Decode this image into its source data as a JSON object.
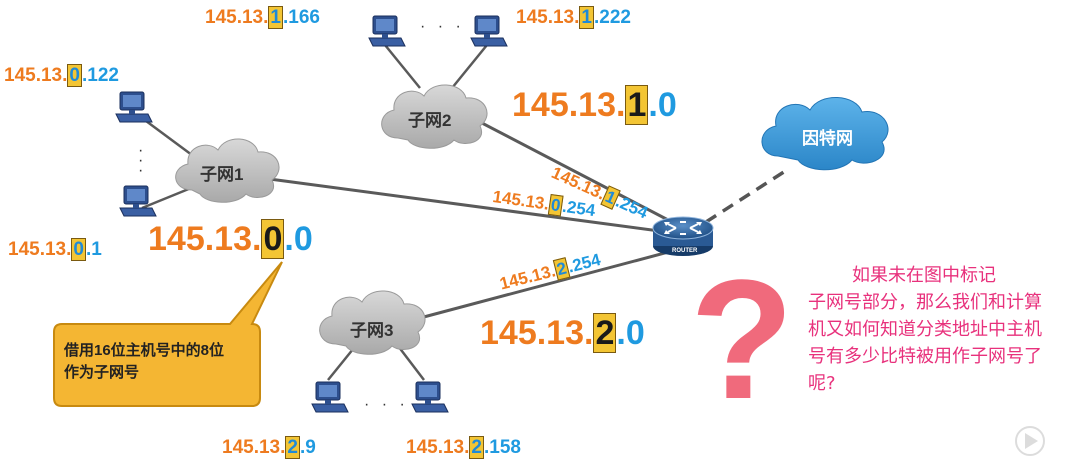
{
  "colors": {
    "network_prefix": "#ee7b1f",
    "subnet_box": "#f3c534",
    "host_part": "#1f9ae0",
    "question": "#e8317c",
    "internet_cloud": "#3a9ad6",
    "callout": "#f3b833",
    "question_mark": "#f06a7c"
  },
  "clouds": {
    "subnet1": "子网1",
    "subnet2": "子网2",
    "subnet3": "子网3",
    "internet": "因特网"
  },
  "router_label": "ROUTER",
  "subnet_addresses": [
    {
      "prefix": "145.13.",
      "subnet": "0",
      "host": ".0"
    },
    {
      "prefix": "145.13.",
      "subnet": "1",
      "host": ".0"
    },
    {
      "prefix": "145.13.",
      "subnet": "2",
      "host": ".0"
    }
  ],
  "host_addresses": [
    {
      "prefix": "145.13.",
      "subnet": "1",
      "host": ".166"
    },
    {
      "prefix": "145.13.",
      "subnet": "1",
      "host": ".222"
    },
    {
      "prefix": "145.13.",
      "subnet": "0",
      "host": ".122"
    },
    {
      "prefix": "145.13.",
      "subnet": "0",
      "host": ".1"
    },
    {
      "prefix": "145.13.",
      "subnet": "2",
      "host": ".9"
    },
    {
      "prefix": "145.13.",
      "subnet": "2",
      "host": ".158"
    }
  ],
  "router_interfaces": [
    {
      "prefix": "145.13.",
      "subnet": "1",
      "host": ".254"
    },
    {
      "prefix": "145.13.",
      "subnet": "0",
      "host": ".254"
    },
    {
      "prefix": "145.13.",
      "subnet": "2",
      "host": ".254"
    }
  ],
  "callout": "借用16位主机号中的8位作为子网号",
  "question": {
    "line1": "如果未在图中标记",
    "rest": "子网号部分，那么我们和计算机又如何知道分类地址中主机号有多少比特被用作子网号了呢?"
  },
  "question_mark": "?",
  "ellipsis_horizontal": "· · ·",
  "ellipsis_vertical": "·"
}
